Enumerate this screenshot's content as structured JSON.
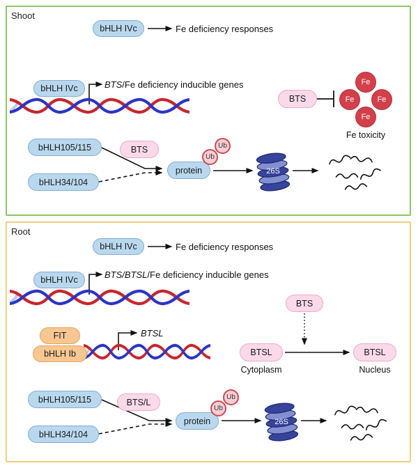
{
  "shoot": {
    "label": "Shoot",
    "bhlh_ivc": "bHLH IVc",
    "fe_def_responses": "Fe deficiency responses",
    "gene_italic": "BTS",
    "gene_rest": "/Fe deficiency inducible genes",
    "bts": "BTS",
    "fe": "Fe",
    "fe_toxicity": "Fe toxicity",
    "bhlh105": "bHLH105/115",
    "bhlh34": "bHLH34/104",
    "bts2": "BTS",
    "protein": "protein",
    "ub": "Ub",
    "proteasome": "26S"
  },
  "root": {
    "label": "Root",
    "bhlh_ivc": "bHLH IVc",
    "fe_def_responses": "Fe deficiency responses",
    "gene_italic": "BTS/BTSL",
    "gene_rest": "/Fe deficiency inducible genes",
    "bts": "BTS",
    "fit": "FIT",
    "bhlh_ib": "bHLH Ib",
    "btsl_gene": "BTSL",
    "btsl_cyto": "BTSL",
    "cytoplasm": "Cytoplasm",
    "btsl_nuc": "BTSL",
    "nucleus": "Nucleus",
    "bhlh105": "bHLH105/115",
    "bhlh34": "bHLH34/104",
    "bts_l": "BTS/L",
    "protein": "protein",
    "ub": "Ub",
    "proteasome": "26S"
  },
  "colors": {
    "shoot_border": "#8cc760",
    "root_border": "#eed27a",
    "blue_pill": "#b9d8ee",
    "pink_pill": "#fad9e9",
    "orange_pill": "#f7c791",
    "fe_red": "#d2404a",
    "ub_ring": "#cd4b56",
    "dna_red": "#c6272e",
    "dna_blue": "#2c35c4",
    "proteasome_dark": "#37449c",
    "proteasome_light": "#8290d2"
  }
}
